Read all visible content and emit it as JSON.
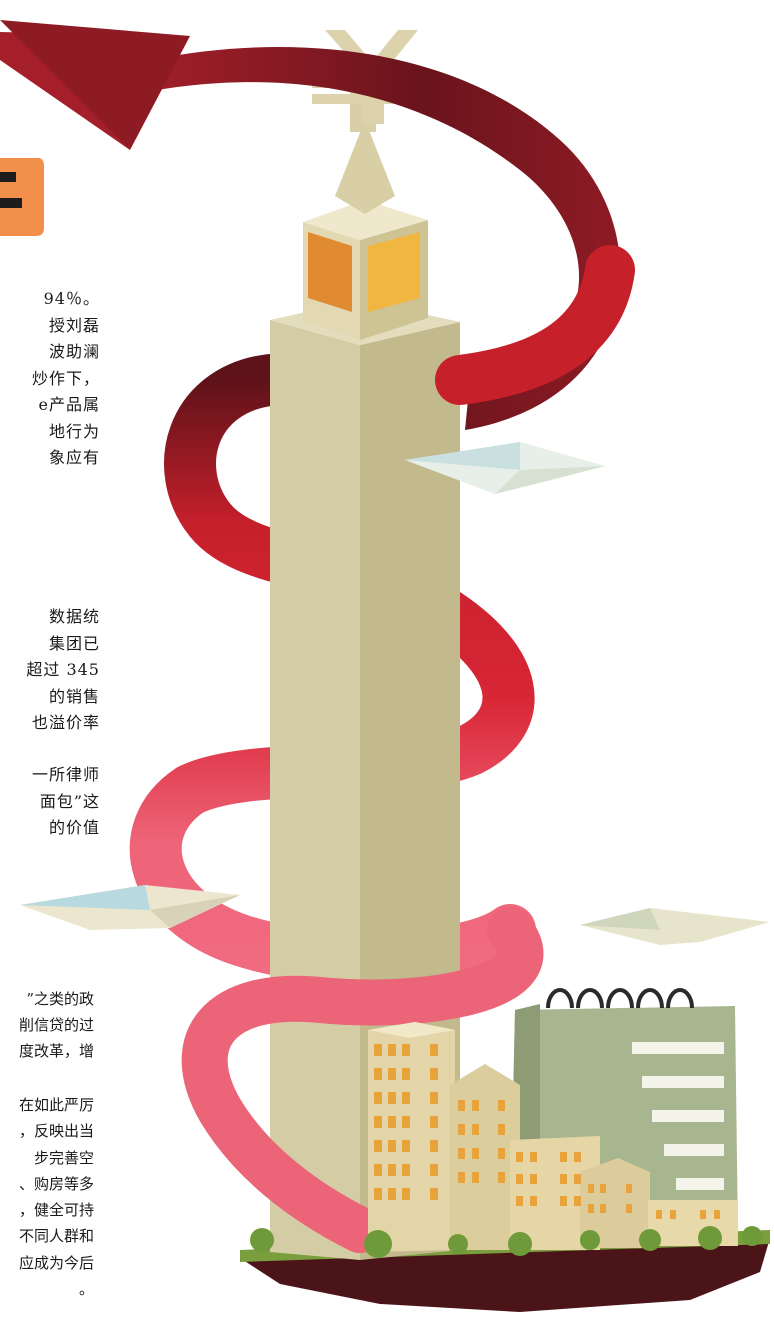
{
  "article": {
    "block1": [
      "94％。",
      "授刘磊",
      "波助澜",
      "炒作下，",
      "e产品属",
      "地行为",
      "象应有"
    ],
    "block2": [
      "数据统",
      "集团已",
      "超过 345",
      "的销售",
      "也溢价率"
    ],
    "block3": [
      "一所律师",
      "面包”这",
      "的价值"
    ],
    "block4": [
      "”之类的政",
      "削信贷的过",
      "度改革，增"
    ],
    "block5": [
      "在如此严厉",
      "，反映出当",
      "步完善空",
      "、购房等多",
      "，健全可持",
      "不同人群和",
      "应成为今后",
      "。"
    ]
  },
  "illustration": {
    "currency_symbol": "¥",
    "colors": {
      "arrow_dark": "#5e1219",
      "arrow_red": "#c6202b",
      "ribbon_pink": "#ec6477",
      "tower": "#d4cca5",
      "window_orange": "#e08a31",
      "window_yellow": "#f0b640",
      "calendar_green": "#a8b68f",
      "title_orange": "#f2904b"
    }
  }
}
